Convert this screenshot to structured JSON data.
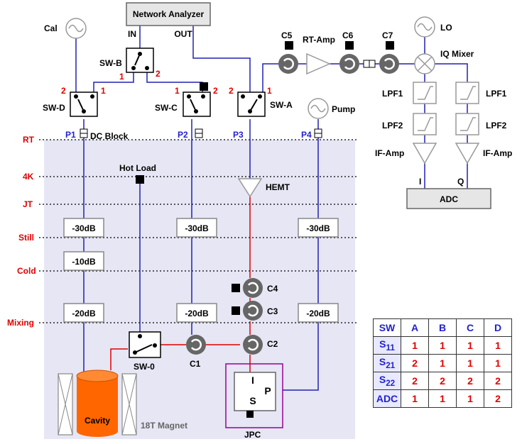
{
  "stages": [
    "RT",
    "4K",
    "JT",
    "Still",
    "Cold",
    "Mixing"
  ],
  "instruments": {
    "network_analyzer": "Network Analyzer",
    "na_in": "IN",
    "na_out": "OUT",
    "cal": "Cal",
    "pump": "Pump",
    "lo": "LO",
    "iq_mixer": "IQ Mixer",
    "rt_amp": "RT-Amp",
    "adc": "ADC",
    "adc_i": "I",
    "adc_q": "Q"
  },
  "switches": {
    "swa": "SW-A",
    "swb": "SW-B",
    "swc": "SW-C",
    "swd": "SW-D",
    "sw0": "SW-0",
    "one": "1",
    "two": "2"
  },
  "ports": [
    "P1",
    "P2",
    "P3",
    "P4"
  ],
  "dc_block": "DC Block",
  "circulators": {
    "c1": "C1",
    "c2": "C2",
    "c3": "C3",
    "c4": "C4",
    "c5": "C5",
    "c6": "C6",
    "c7": "C7"
  },
  "filters": {
    "lpf1_left": "LPF1",
    "lpf1_right": "LPF1",
    "lpf2_left": "LPF2",
    "lpf2_right": "LPF2",
    "ifamp_left": "IF-Amp",
    "ifamp_right": "IF-Amp"
  },
  "attenuators": {
    "line1": [
      "-30dB",
      "-10dB",
      "-20dB"
    ],
    "line2": [
      "-30dB",
      "-20dB"
    ],
    "line4": [
      "-30dB",
      "-20dB"
    ]
  },
  "cryo": {
    "hot_load": "Hot Load",
    "hemt": "HEMT",
    "cavity": "Cavity",
    "magnet": "18T Magnet",
    "jpc": "JPC",
    "jpc_i": "I",
    "jpc_s": "S",
    "jpc_p": "P"
  },
  "table": {
    "header": [
      "SW",
      "A",
      "B",
      "C",
      "D"
    ],
    "rows": [
      {
        "label": "S11",
        "values": [
          "1",
          "1",
          "1",
          "1"
        ]
      },
      {
        "label": "S21",
        "values": [
          "2",
          "1",
          "1",
          "1"
        ]
      },
      {
        "label": "S22",
        "values": [
          "2",
          "2",
          "2",
          "2"
        ]
      },
      {
        "label": "ADC",
        "values": [
          "1",
          "1",
          "1",
          "2"
        ]
      }
    ]
  },
  "colors": {
    "cryostat_bg": "#e6e6f5",
    "stage_label": "#e00000",
    "port_label": "#2222cc",
    "cavity": "#ff6600",
    "jpc_border": "#990099"
  }
}
